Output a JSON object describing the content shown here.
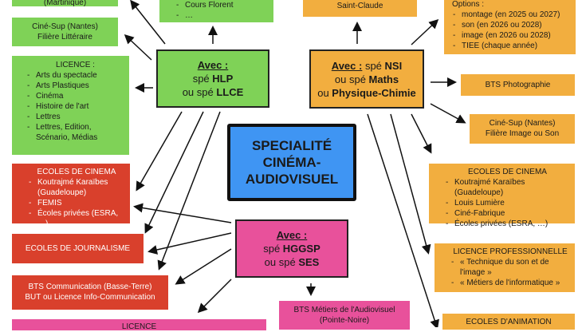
{
  "center": {
    "lines": [
      "SPECIALITÉ",
      "CINÉMA-",
      "AUDIOVISUEL"
    ]
  },
  "hubs": {
    "hlp": {
      "avec": "Avec :",
      "l1": "spé ",
      "l1b": "HLP",
      "l2": "ou spé ",
      "l2b": "LLCE"
    },
    "nsi": {
      "avec": "Avec :",
      "l1": " spé ",
      "l1b": "NSI",
      "l2": "ou spé ",
      "l2b": "Maths",
      "l3": "ou ",
      "l3b": "Physique-Chimie"
    },
    "hggsp": {
      "avec": "Avec :",
      "l1": "spé ",
      "l1b": "HGGSP",
      "l2": "ou spé ",
      "l2b": "SES"
    }
  },
  "green": {
    "martinique": "(Martinique)",
    "cours": [
      "Cours Florent",
      "…"
    ],
    "cinesup": [
      "Ciné-Sup (Nantes)",
      "Filière Littéraire"
    ],
    "licence": {
      "title": "LICENCE :",
      "items": [
        "Arts du spectacle",
        "Arts Plastiques",
        "Cinéma",
        "Histoire de l'art",
        "Lettres",
        "Lettres, Edition, Scénario, Médias"
      ]
    }
  },
  "orange": {
    "saintclaude": "Saint-Claude",
    "options": {
      "title": "Options :",
      "items": [
        "montage (en 2025 ou 2027)",
        "son (en 2026 ou 2028)",
        "image (en 2026 ou 2028)",
        "TIEE (chaque année)"
      ]
    },
    "bts_photo": "BTS Photographie",
    "cinesup": [
      "Ciné-Sup (Nantes)",
      "Filière Image ou Son"
    ],
    "cinema": {
      "title": "ECOLES DE CINEMA",
      "items": [
        "Koutrajmé Karaïbes (Guadeloupe)",
        "Louis Lumière",
        "Ciné-Fabrique",
        "Écoles privées (ESRA, …)"
      ]
    },
    "licence_pro": {
      "title": "LICENCE PROFESSIONNELLE",
      "items": [
        "« Technique du son et de l'image »",
        "« Métiers de l'informatique »"
      ]
    },
    "animation": "ECOLES D'ANIMATION"
  },
  "red": {
    "cinema": {
      "title": "ECOLES DE CINEMA",
      "items": [
        "Koutrajmé Karaïbes (Guadeloupe)",
        "FEMIS",
        "Écoles privées (ESRA, …)"
      ]
    },
    "journalisme": "ECOLES DE JOURNALISME",
    "bts_com": [
      "BTS Communication (Basse-Terre)",
      "BUT ou Licence Info-Communication"
    ]
  },
  "pink": {
    "licence": "LICENCE",
    "bts_av": [
      "BTS Métiers de l'Audiovisuel",
      "(Pointe-Noire)"
    ]
  }
}
